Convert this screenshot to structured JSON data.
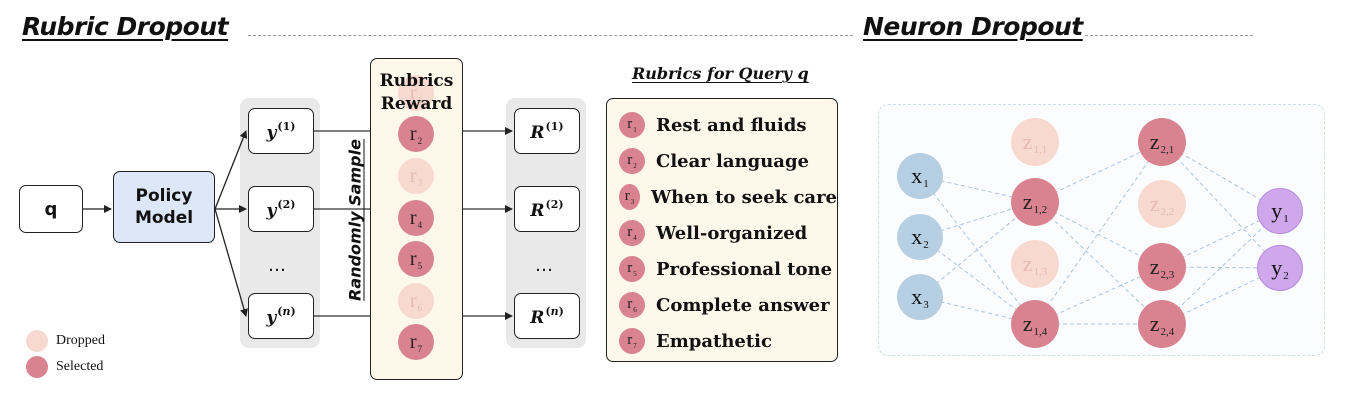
{
  "titles": {
    "rubric_dropout": "Rubric Dropout",
    "neuron_dropout": "Neuron Dropout"
  },
  "query_label": "q",
  "policy_model_label": "Policy Model",
  "responses": [
    {
      "base": "y",
      "sup": "1"
    },
    {
      "base": "y",
      "sup": "2"
    },
    {
      "base": "y",
      "sup": "n"
    }
  ],
  "responses_ellipsis": "…",
  "randomly_sample_label": "Randomly Sample",
  "rubrics_reward_label": "Rubrics Reward",
  "reward_tokens": [
    {
      "base": "r",
      "sub": "1",
      "state": "dropped"
    },
    {
      "base": "r",
      "sub": "2",
      "state": "selected"
    },
    {
      "base": "r",
      "sub": "3",
      "state": "dropped"
    },
    {
      "base": "r",
      "sub": "4",
      "state": "selected"
    },
    {
      "base": "r",
      "sub": "5",
      "state": "selected"
    },
    {
      "base": "r",
      "sub": "6",
      "state": "dropped"
    },
    {
      "base": "r",
      "sub": "7",
      "state": "selected"
    }
  ],
  "rewards": [
    {
      "base": "R",
      "sup": "1"
    },
    {
      "base": "R",
      "sup": "2"
    },
    {
      "base": "R",
      "sup": "n"
    }
  ],
  "rewards_ellipsis": "…",
  "rubrics_header": "Rubrics for Query q",
  "rubrics": [
    {
      "tag": "r",
      "sub": "1",
      "text": "Rest and fluids"
    },
    {
      "tag": "r",
      "sub": "2",
      "text": "Clear language"
    },
    {
      "tag": "r",
      "sub": "3",
      "text": "When to seek care"
    },
    {
      "tag": "r",
      "sub": "4",
      "text": "Well-organized"
    },
    {
      "tag": "r",
      "sub": "5",
      "text": "Professional tone"
    },
    {
      "tag": "r",
      "sub": "6",
      "text": "Complete answer"
    },
    {
      "tag": "r",
      "sub": "7",
      "text": "Empathetic"
    }
  ],
  "legend": {
    "dropped": "Dropped",
    "selected": "Selected"
  },
  "colors": {
    "selected": "#d8838f",
    "dropped": "#f7d9d0",
    "input": "#b7cfe3",
    "output": "#cfa8ec",
    "policy": "#dce8f8",
    "rubric_panel": "#fdf8ea"
  },
  "network": {
    "inputs": [
      {
        "base": "x",
        "sub": "1"
      },
      {
        "base": "x",
        "sub": "2"
      },
      {
        "base": "x",
        "sub": "3"
      }
    ],
    "hidden1": [
      {
        "base": "z",
        "sub": "1,1",
        "state": "dropped"
      },
      {
        "base": "z",
        "sub": "1,2",
        "state": "selected"
      },
      {
        "base": "z",
        "sub": "1,3",
        "state": "dropped"
      },
      {
        "base": "z",
        "sub": "1,4",
        "state": "selected"
      }
    ],
    "hidden2": [
      {
        "base": "z",
        "sub": "2,1",
        "state": "selected"
      },
      {
        "base": "z",
        "sub": "2,2",
        "state": "dropped"
      },
      {
        "base": "z",
        "sub": "2,3",
        "state": "selected"
      },
      {
        "base": "z",
        "sub": "2,4",
        "state": "selected"
      }
    ],
    "outputs": [
      {
        "base": "y",
        "sub": "1"
      },
      {
        "base": "y",
        "sub": "2"
      }
    ]
  }
}
